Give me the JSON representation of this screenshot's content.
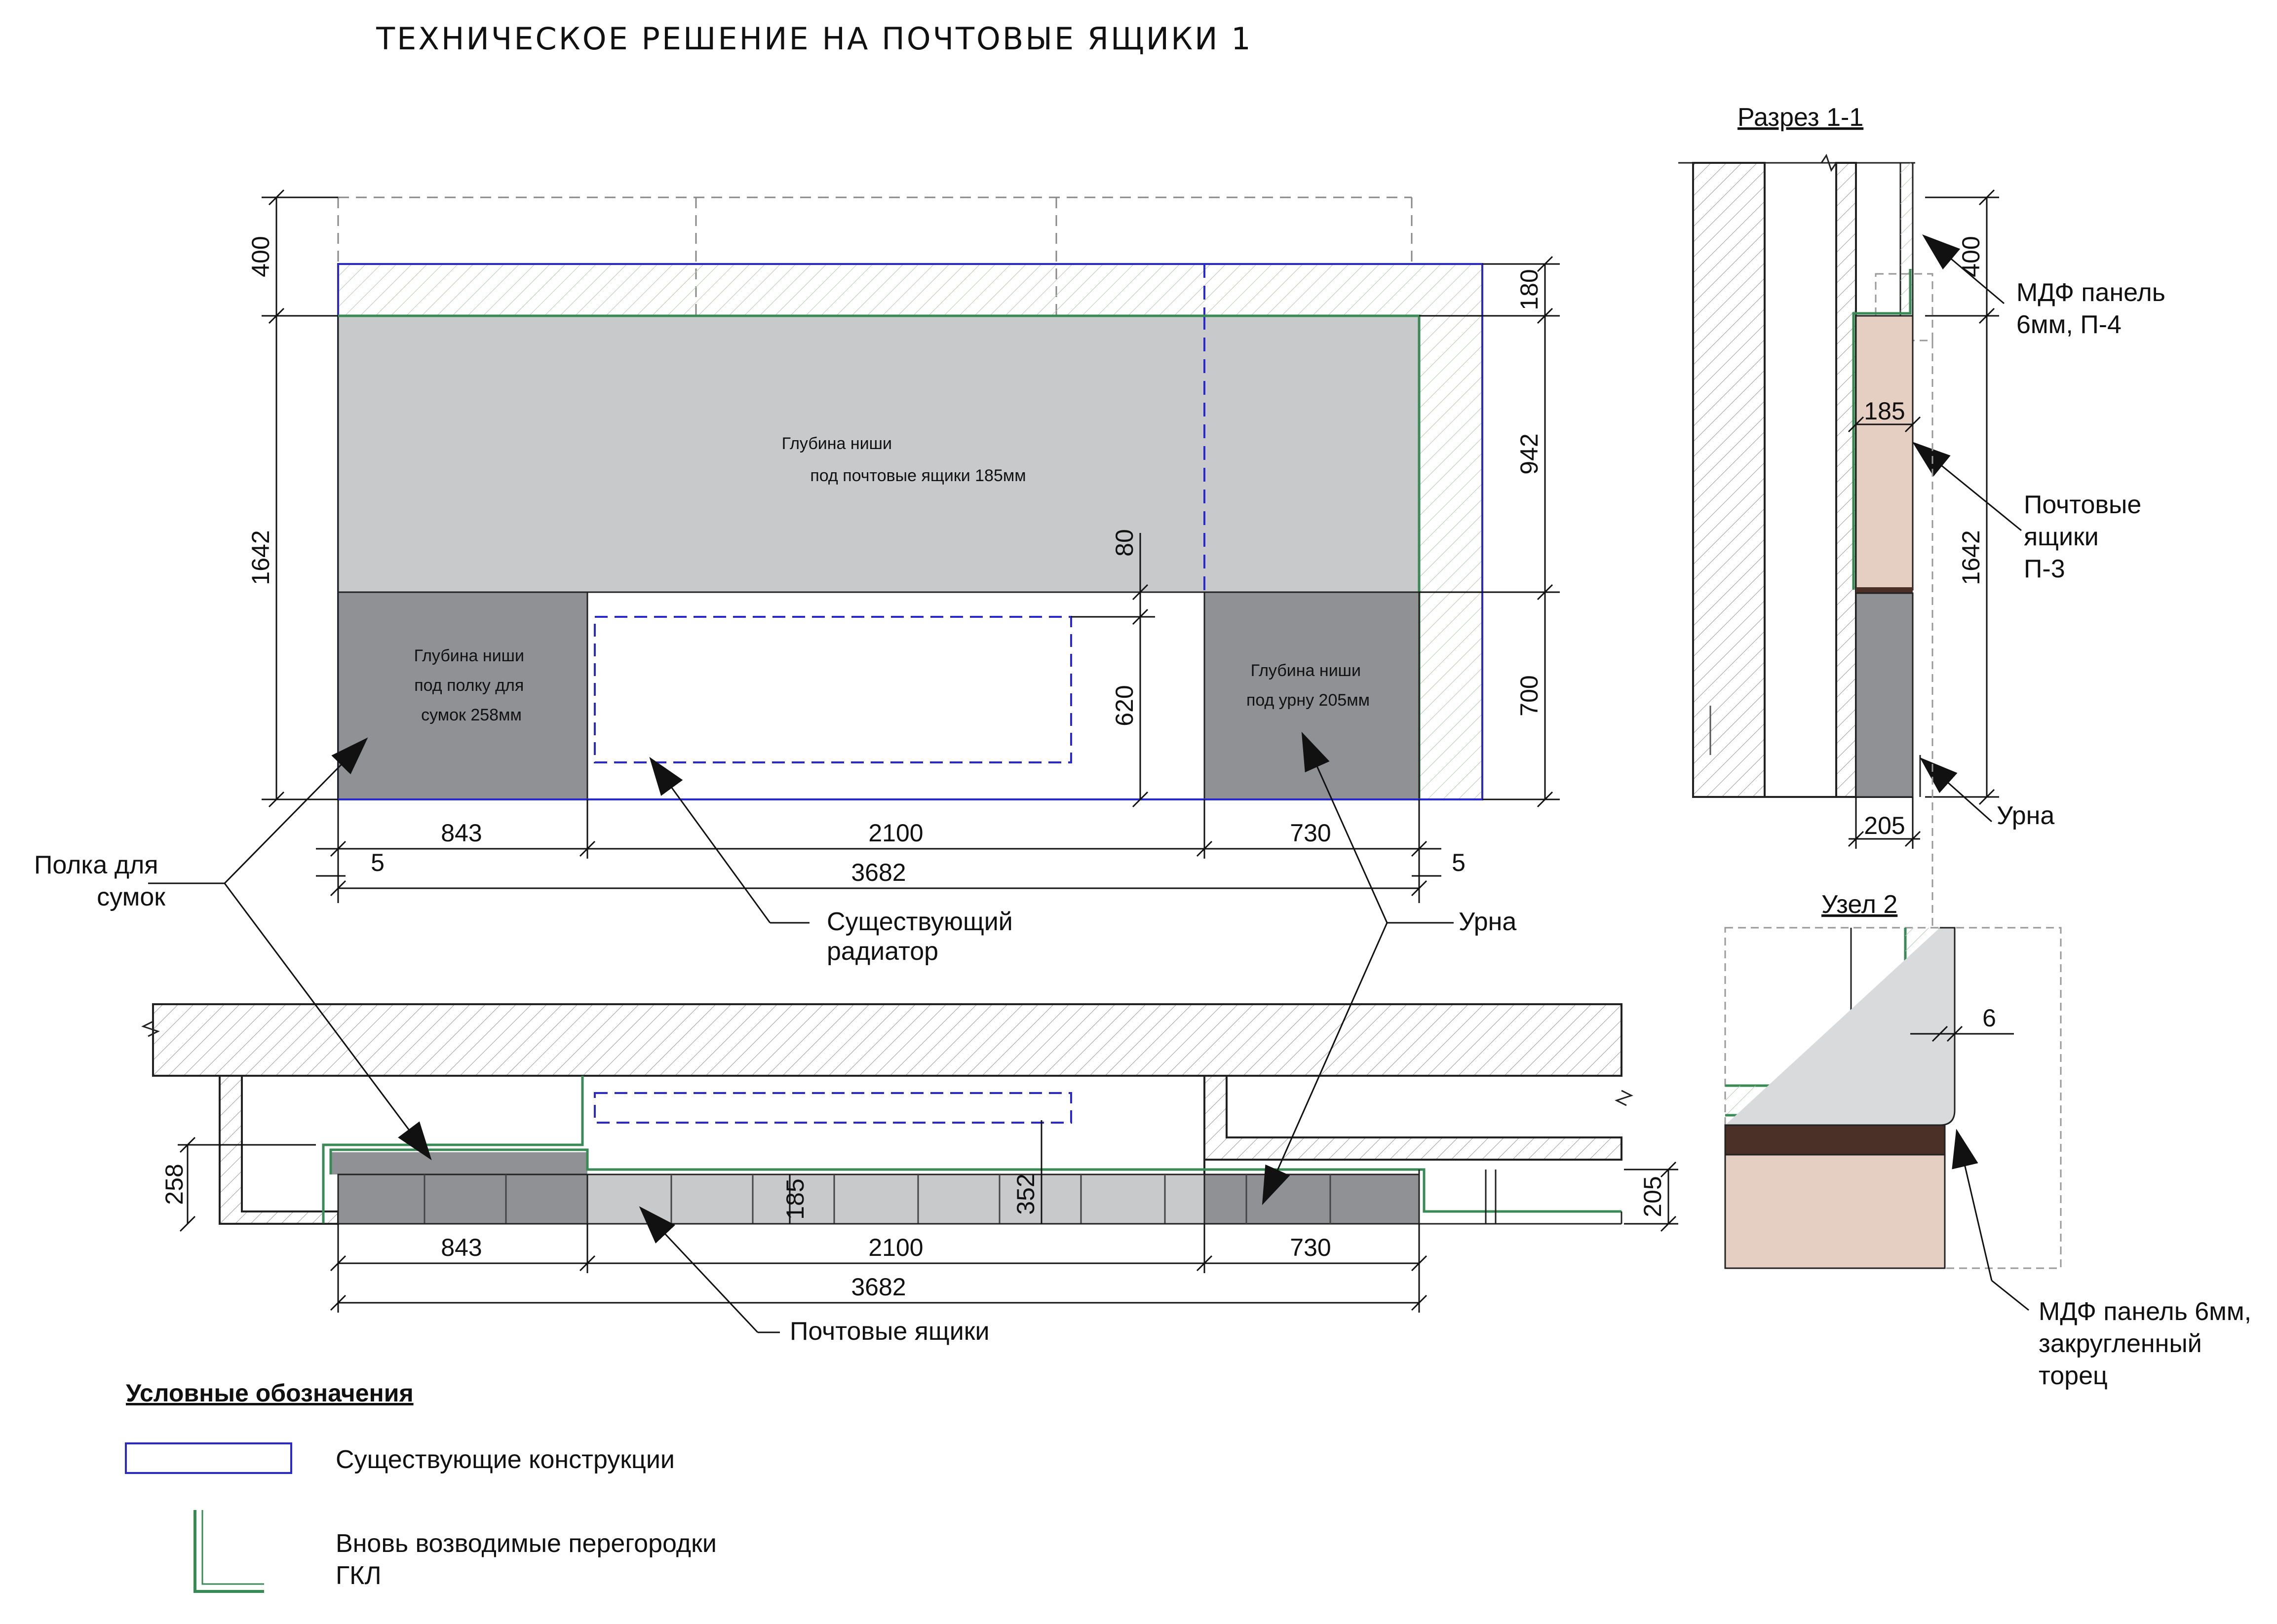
{
  "title": "ТЕХНИЧЕСКОЕ РЕШЕНИЕ НА ПОЧТОВЫЕ ЯЩИКИ 1",
  "elevation": {
    "niche_mail_note": [
      "Глубина ниши",
      "под почтовые ящики 185мм"
    ],
    "niche_bag_note": [
      "Глубина ниши",
      "под полку для",
      "сумок 258мм"
    ],
    "niche_bin_note": [
      "Глубина ниши",
      "под урну 205мм"
    ],
    "dims": {
      "top_400": "400",
      "top_180": "180",
      "h_1642": "1642",
      "h_942": "942",
      "h_700": "700",
      "h_80": "80",
      "h_620": "620",
      "w_843": "843",
      "w_2100": "2100",
      "w_730": "730",
      "w_5_left": "5",
      "w_5_right": "5",
      "w_3682": "3682"
    }
  },
  "plan": {
    "dims": {
      "w_843": "843",
      "w_2100": "2100",
      "w_730": "730",
      "w_3682": "3682",
      "d_258": "258",
      "d_185": "185",
      "d_352": "352",
      "d_205": "205"
    }
  },
  "callouts": {
    "shelf": [
      "Полка для",
      "сумок"
    ],
    "radiator": [
      "Существующий",
      "радиатор"
    ],
    "bin": "Урна",
    "mailboxes": "Почтовые ящики"
  },
  "section": {
    "title": "Разрез 1-1",
    "dims": {
      "d_400": "400",
      "d_1642": "1642",
      "d_185": "185",
      "d_205": "205"
    },
    "mdf_label": [
      "МДФ панель",
      "6мм, П-4"
    ],
    "mailbox_label": [
      "Почтовые",
      "ящики",
      "П-3"
    ],
    "bin_label": "Урна"
  },
  "node": {
    "title": "Узел 2",
    "dim_6": "6",
    "mdf_label": [
      "МДФ панель 6мм,",
      "закругленный",
      "торец"
    ]
  },
  "legend": {
    "title": "Условные обозначения",
    "existing": "Существующие конструкции",
    "new_walls": [
      "Вновь возводимые перегородки",
      "ГКЛ"
    ]
  },
  "colors": {
    "existing_blue": "#2a2acc",
    "new_green": "#3a8a55",
    "niche_light": "#c8c9cb",
    "niche_dark": "#909195",
    "box_fill": "#e5cfc2",
    "brown": "#4a3026"
  }
}
